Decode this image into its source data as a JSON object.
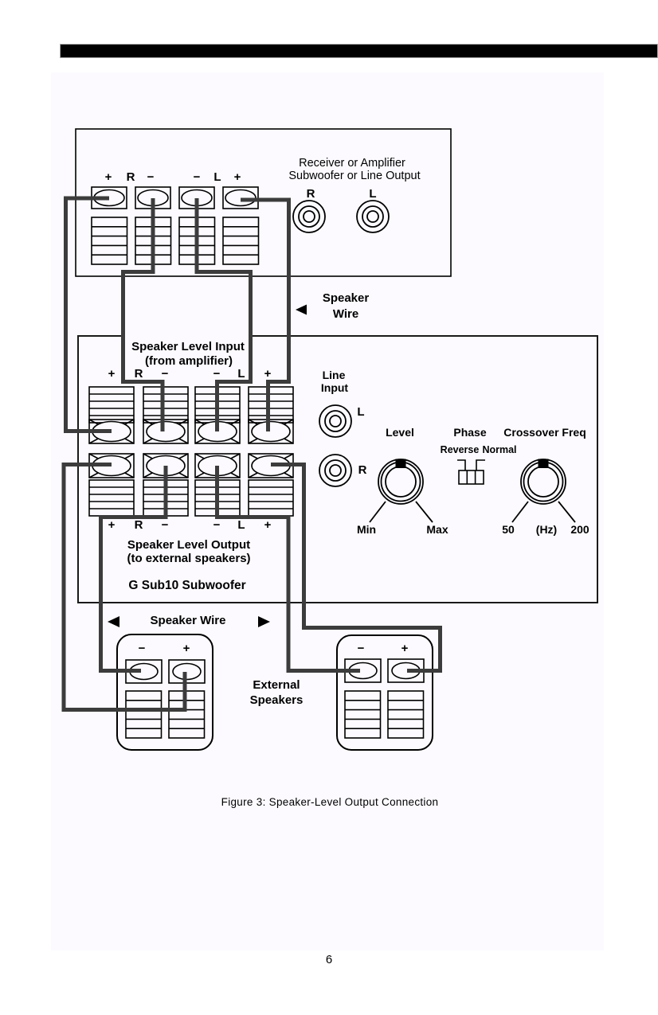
{
  "page": {
    "number": "6",
    "caption": "Figure 3: Speaker-Level Output Connection"
  },
  "amplifier": {
    "title_line1": "Receiver or Amplifier",
    "title_line2": "Subwoofer or Line Output",
    "rca_r": "R",
    "rca_l": "L",
    "terminal_labels": [
      "+",
      "R",
      "−",
      "−",
      "L",
      "+"
    ]
  },
  "speaker_wire_top": {
    "line1": "Speaker",
    "line2": "Wire"
  },
  "subwoofer": {
    "input_title1": "Speaker Level Input",
    "input_title2": "(from amplifier)",
    "input_labels": [
      "+",
      "R",
      "−",
      "−",
      "L",
      "+"
    ],
    "line_input1": "Line",
    "line_input2": "Input",
    "line_l": "L",
    "line_r": "R",
    "level_title": "Level",
    "level_min": "Min",
    "level_max": "Max",
    "phase_title": "Phase",
    "phase_reverse": "Reverse",
    "phase_normal": "Normal",
    "crossover_title": "Crossover Freq",
    "crossover_min": "50",
    "crossover_unit": "(Hz)",
    "crossover_max": "200",
    "output_labels": [
      "+",
      "R",
      "−",
      "−",
      "L",
      "+"
    ],
    "output_title1": "Speaker Level Output",
    "output_title2": "(to external speakers)",
    "model": "G Sub10 Subwoofer"
  },
  "speaker_wire_bottom": {
    "label": "Speaker Wire"
  },
  "external_speakers": {
    "line1": "External",
    "line2": "Speakers",
    "terminal_labels": [
      "−",
      "+"
    ]
  },
  "icons": {
    "speaker_wire_arrow_left": "◄",
    "speaker_wire_arrow_right": "►"
  },
  "colors": {
    "wire": "#3c3c3c",
    "line_art": "#000000",
    "page_bg": "#fcfaff",
    "header_bar": "#000000"
  }
}
